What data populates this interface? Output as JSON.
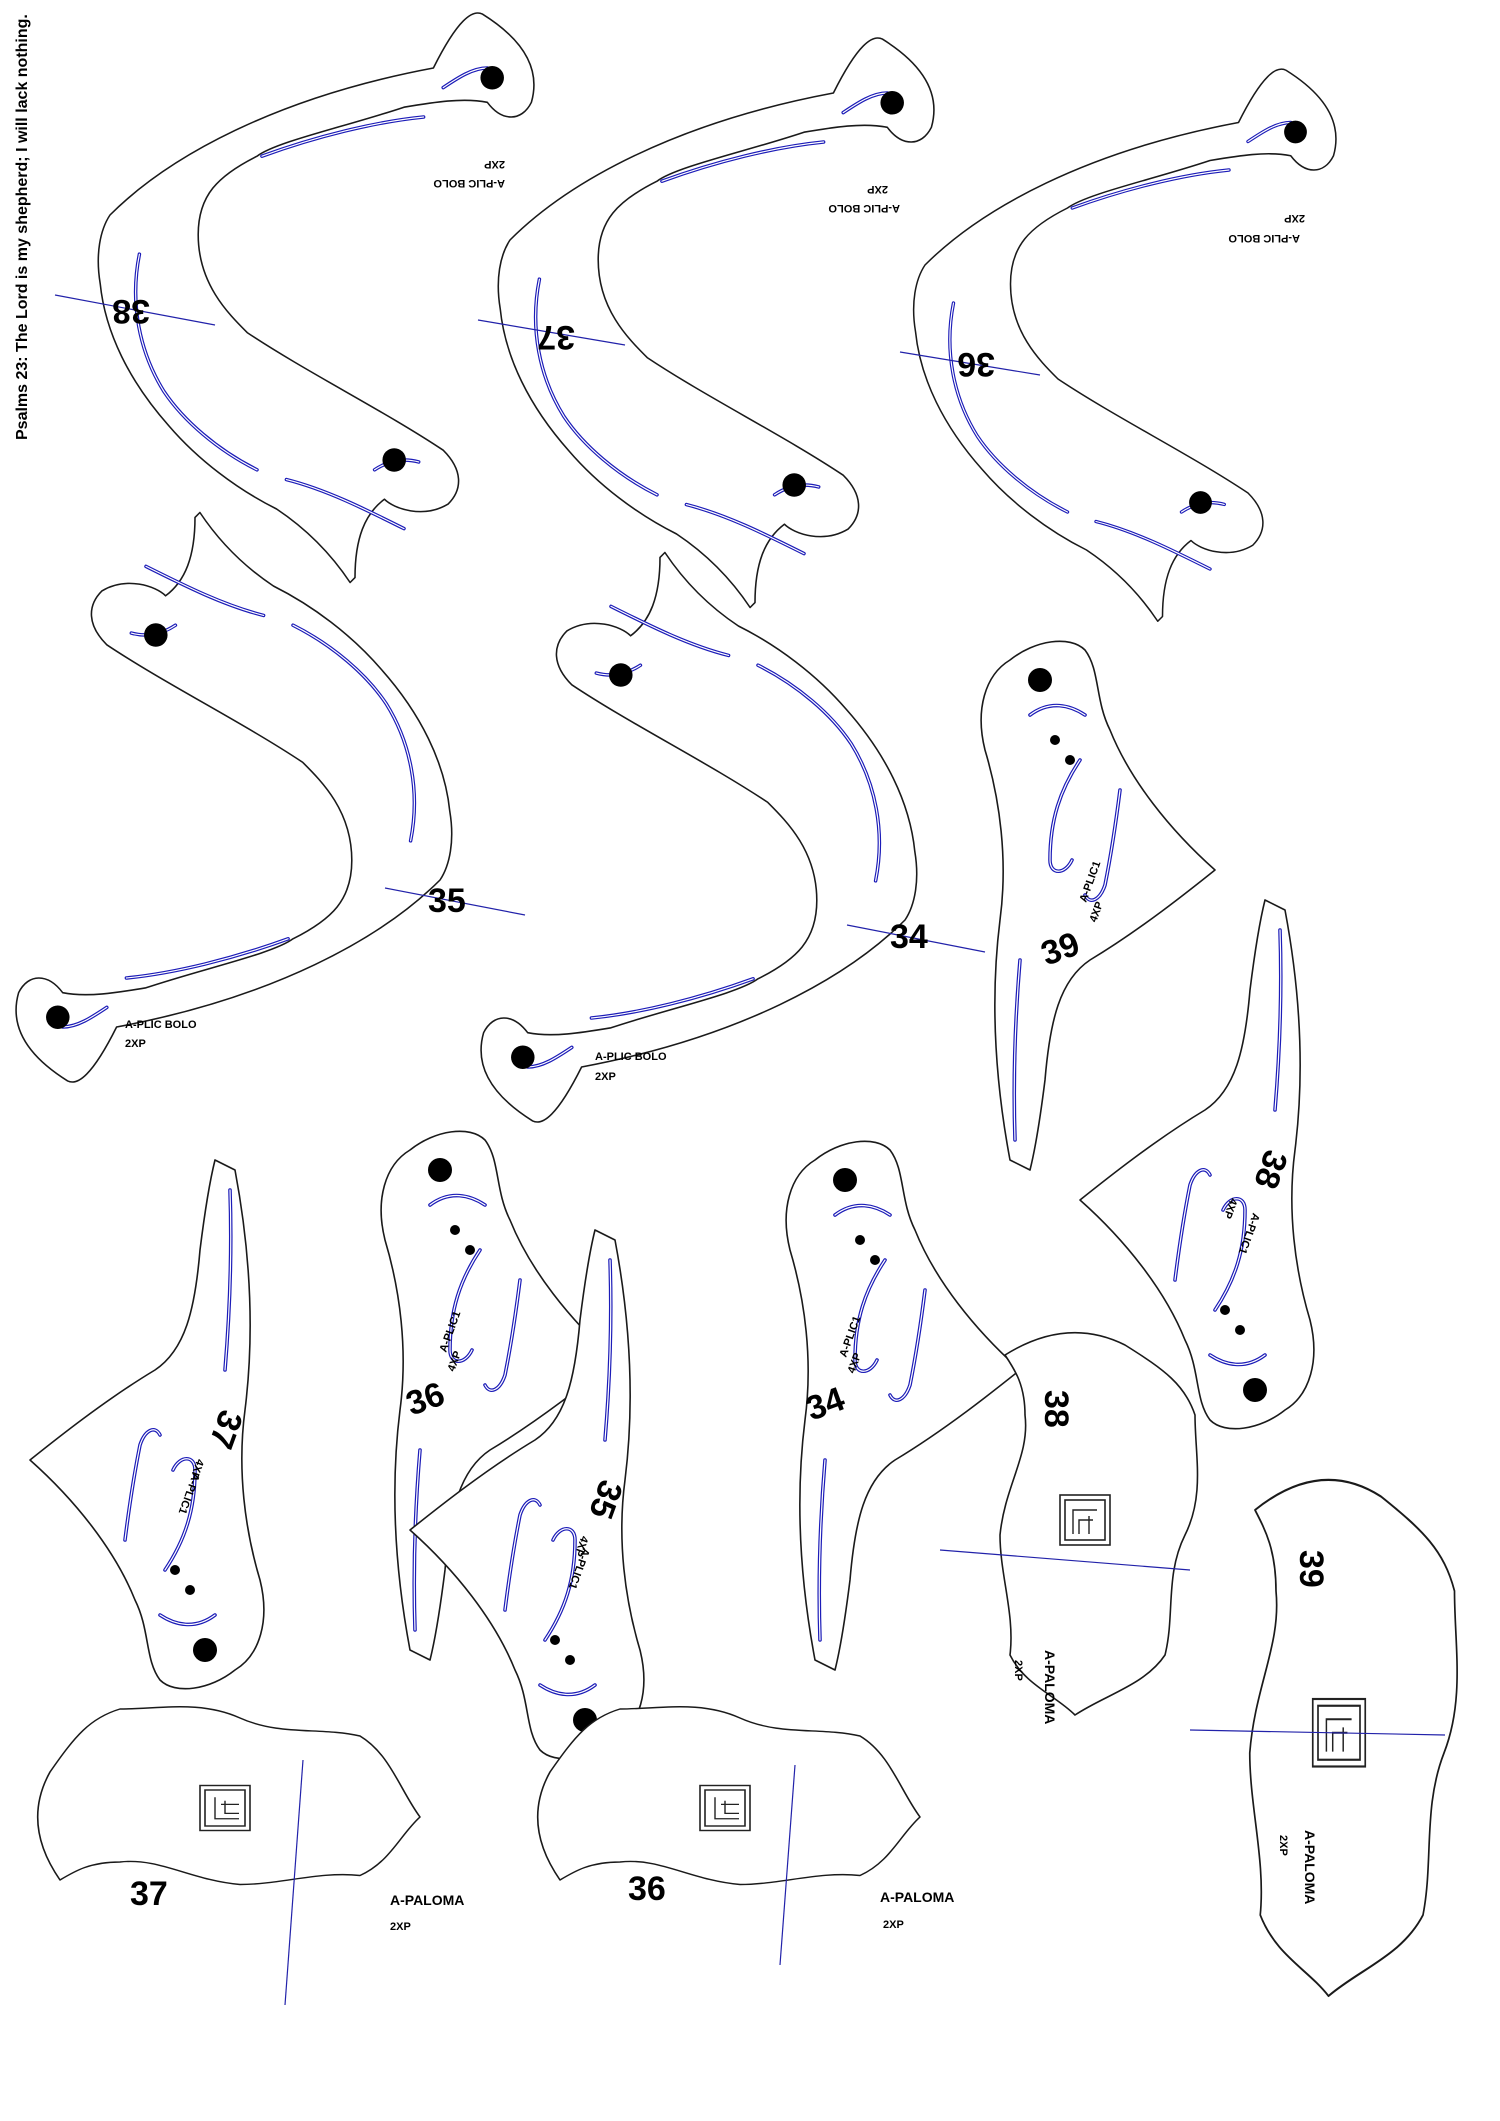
{
  "header": {
    "psalm": "Psalms 23: The Lord is my shepherd; I will lack nothing."
  },
  "bolo_pieces": [
    {
      "number": "38",
      "label": "A-PLIC BOLO",
      "qty": "2XP"
    },
    {
      "number": "37",
      "label": "A-PLIC BOLO",
      "qty": "2XP"
    },
    {
      "number": "36",
      "label": "A-PLIC BOLO",
      "qty": "2XP"
    },
    {
      "number": "35",
      "label": "A-PLIC BOLO",
      "qty": "2XP"
    },
    {
      "number": "34",
      "label": "A-PLIC BOLO",
      "qty": "2XP"
    }
  ],
  "aplic1_pieces": [
    {
      "number": "39",
      "label": "A-PLIC1",
      "qty": "4XP"
    },
    {
      "number": "38",
      "label": "A-PLIC1",
      "qty": "4XP"
    },
    {
      "number": "37",
      "label": "A-PLIC1",
      "qty": "4XP"
    },
    {
      "number": "36",
      "label": "A-PLIC1",
      "qty": "4XP"
    },
    {
      "number": "35",
      "label": "A-PLIC1",
      "qty": "4XP"
    },
    {
      "number": "34",
      "label": "A-PLIC1",
      "qty": "4XP"
    }
  ],
  "paloma_pieces": [
    {
      "number": "38",
      "label": "A-PALOMA",
      "qty": "2XP"
    },
    {
      "number": "39",
      "label": "A-PALOMA",
      "qty": "2XP"
    },
    {
      "number": "37",
      "label": "A-PALOMA",
      "qty": "2XP"
    },
    {
      "number": "36",
      "label": "A-PALOMA",
      "qty": "2XP"
    }
  ],
  "colors": {
    "outline": "#1a1a1a",
    "stitch_slot": "#1c1cb8",
    "axis": "#2222aa",
    "background": "#ffffff"
  }
}
